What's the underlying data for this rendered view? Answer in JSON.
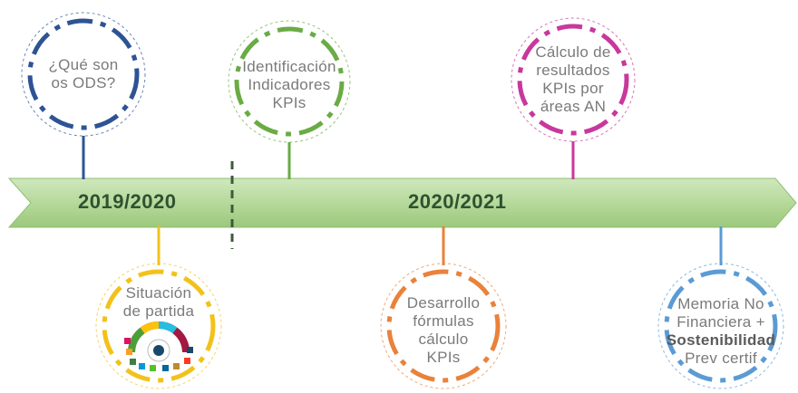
{
  "timeline": {
    "periods": [
      {
        "label": "2019/2020"
      },
      {
        "label": "2020/2021"
      }
    ]
  },
  "milestones": [
    {
      "id": "ods",
      "lines": [
        "¿Qué son",
        "os ODS?"
      ],
      "color": "#2e5395"
    },
    {
      "id": "indicadores",
      "lines": [
        "Identificación",
        "Indicadores",
        "KPIs"
      ],
      "color": "#6aab46"
    },
    {
      "id": "calculo-resultados",
      "lines": [
        "Cálculo de",
        "resultados",
        "KPIs por",
        "áreas AN"
      ],
      "color": "#c8389c"
    },
    {
      "id": "situacion",
      "lines": [
        "Situación",
        "de partida"
      ],
      "color": "#f2c21b"
    },
    {
      "id": "desarrollo",
      "lines": [
        "Desarrollo",
        "fórmulas",
        "cálculo",
        "KPIs"
      ],
      "color": "#e9823a"
    },
    {
      "id": "memoria",
      "lines": [
        "Memoria No",
        "Financiera +",
        "Sostenibilidad",
        "Prev certif"
      ],
      "color": "#5b9bd5"
    }
  ],
  "colors": {
    "arrow_fill": "#b9dca0",
    "arrow_stroke": "#8fbf72",
    "divider": "#3d5a3a"
  }
}
